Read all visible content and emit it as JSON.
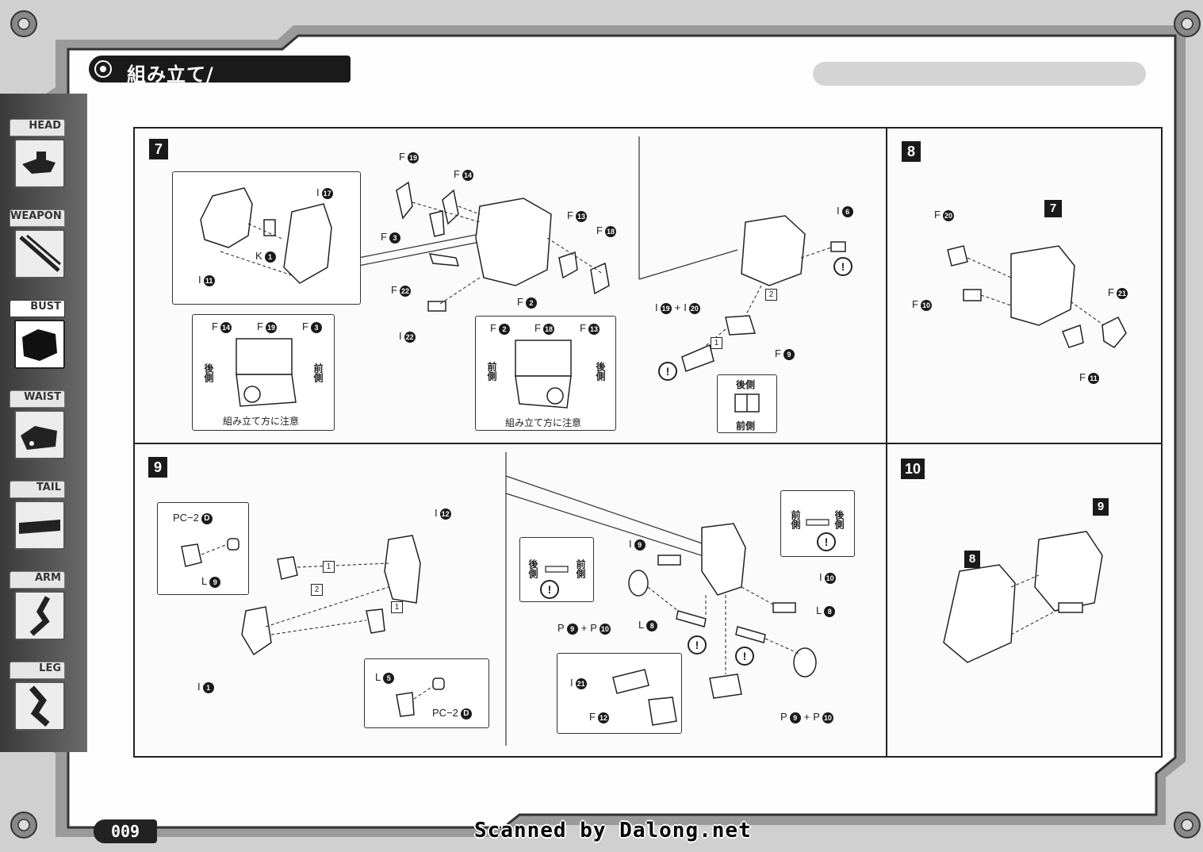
{
  "header": {
    "title": "組み立て/"
  },
  "sidebar": {
    "tabs": [
      {
        "label": "HEAD"
      },
      {
        "label": "WEAPON"
      },
      {
        "label": "BUST",
        "active": true
      },
      {
        "label": "WAIST"
      },
      {
        "label": "TAIL"
      },
      {
        "label": "ARM"
      },
      {
        "label": "LEG"
      }
    ]
  },
  "steps": {
    "s7": {
      "number": "7",
      "detail_left": {
        "parts": [
          "I",
          "17",
          "K",
          "1",
          "I",
          "11"
        ]
      },
      "main_labels": {
        "f19": [
          "F",
          "19"
        ],
        "f14": [
          "F",
          "14"
        ],
        "f3": [
          "F",
          "3"
        ],
        "f22": [
          "F",
          "22"
        ],
        "i22": [
          "I",
          "22"
        ],
        "f13": [
          "F",
          "13"
        ],
        "f18": [
          "F",
          "18"
        ],
        "f2": [
          "F",
          "2"
        ]
      },
      "orient_box_1": {
        "f14": [
          "F",
          "14"
        ],
        "f19": [
          "F",
          "19"
        ],
        "f3": [
          "F",
          "3"
        ],
        "back": "後側",
        "front": "前側",
        "caption": "組み立て方に注意"
      },
      "orient_box_2": {
        "f2": [
          "F",
          "2"
        ],
        "f18": [
          "F",
          "18"
        ],
        "f13": [
          "F",
          "13"
        ],
        "front": "前側",
        "back": "後側",
        "caption": "組み立て方に注意"
      },
      "right_labels": {
        "i6": [
          "I",
          "6"
        ],
        "i19": [
          "I",
          "19"
        ],
        "i20": [
          "I",
          "20"
        ],
        "f9": [
          "F",
          "9"
        ],
        "box1": "1",
        "box2": "2",
        "back": "後側",
        "front": "前側",
        "warn": "!"
      }
    },
    "s8": {
      "number": "8",
      "ref_step": "7",
      "labels": {
        "f20": [
          "F",
          "20"
        ],
        "f10": [
          "F",
          "10"
        ],
        "f21": [
          "F",
          "21"
        ],
        "f11": [
          "F",
          "11"
        ]
      }
    },
    "s9": {
      "number": "9",
      "left": {
        "pc2_top": [
          "PC−2",
          "D"
        ],
        "l9": [
          "L",
          "9"
        ],
        "i12": [
          "I",
          "12"
        ],
        "i1": [
          "I",
          "1"
        ],
        "l5": [
          "L",
          "5"
        ],
        "pc2_bottom": [
          "PC−2",
          "D"
        ],
        "box1": "1",
        "box2": "2"
      },
      "right": {
        "i9": [
          "I",
          "9"
        ],
        "back_small": "後側",
        "front_small": "前側",
        "front_r": "前側",
        "back_r": "後側",
        "i10": [
          "I",
          "10"
        ],
        "l8a": [
          "L",
          "8"
        ],
        "l8b": [
          "L",
          "8"
        ],
        "p9p10a": [
          "P",
          "9",
          "P",
          "10"
        ],
        "p9p10b": [
          "P",
          "9",
          "P",
          "10"
        ],
        "i21": [
          "I",
          "21"
        ],
        "f12": [
          "F",
          "12"
        ],
        "warn": "!"
      }
    },
    "s10": {
      "number": "10",
      "ref8": "8",
      "ref9": "9"
    }
  },
  "footer": {
    "page_number": "009",
    "watermark": "Scanned by Dalong.net"
  }
}
